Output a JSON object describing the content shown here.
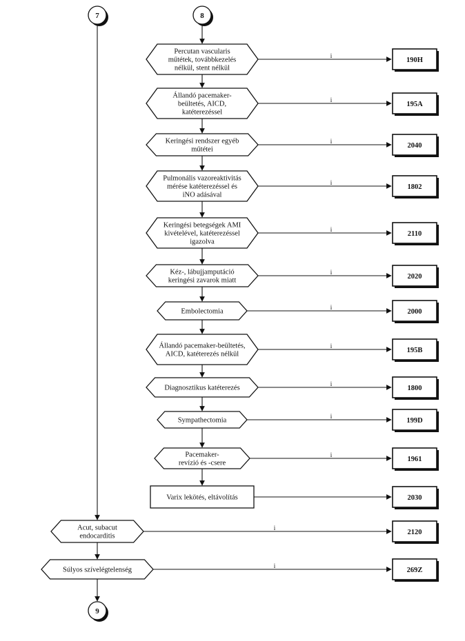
{
  "connectors": [
    {
      "id": "top-left",
      "label": "7"
    },
    {
      "id": "top-right",
      "label": "8"
    },
    {
      "id": "bottom",
      "label": "9"
    }
  ],
  "yes_label": "i",
  "right_branch": [
    {
      "lines": [
        "Percutan vascularis",
        "műtétek, továbbkezelés",
        "nélkül, stent nélkül"
      ],
      "code": "190H",
      "shape": "hexagon"
    },
    {
      "lines": [
        "Állandó pacemaker-",
        "beültetés, AICD,",
        "katéterezéssel"
      ],
      "code": "195A",
      "shape": "hexagon"
    },
    {
      "lines": [
        "Keringési rendszer egyéb",
        "műtétei"
      ],
      "code": "2040",
      "shape": "hexagon"
    },
    {
      "lines": [
        "Pulmonális vazoreaktivitás",
        "mérése katéterezéssel és",
        "iNO adásával"
      ],
      "code": "1802",
      "shape": "hexagon"
    },
    {
      "lines": [
        "Keringési betegségek AMI",
        "kivételével, katéterezéssel",
        "igazolva"
      ],
      "code": "2110",
      "shape": "hexagon"
    },
    {
      "lines": [
        "Kéz-, lábujjamputáció",
        "keringési zavarok miatt"
      ],
      "code": "2020",
      "shape": "hexagon"
    },
    {
      "lines": [
        "Embolectomia"
      ],
      "code": "2000",
      "shape": "hexagon"
    },
    {
      "lines": [
        "Állandó pacemaker-beültetés,",
        "AICD, katéterezés nélkül"
      ],
      "code": "195B",
      "shape": "hexagon"
    },
    {
      "lines": [
        "Diagnosztikus katéterezés"
      ],
      "code": "1800",
      "shape": "hexagon"
    },
    {
      "lines": [
        "Sympathectomia"
      ],
      "code": "199D",
      "shape": "hexagon"
    },
    {
      "lines": [
        "Pacemaker-",
        "revízió és -csere"
      ],
      "code": "1961",
      "shape": "hexagon"
    },
    {
      "lines": [
        "Varix lekötés, eltávolítás"
      ],
      "code": "2030",
      "shape": "rect"
    }
  ],
  "left_branch": [
    {
      "lines": [
        "Acut, subacut",
        "endocarditis"
      ],
      "code": "2120",
      "shape": "hexagon"
    },
    {
      "lines": [
        "Súlyos szívelégtelenség"
      ],
      "code": "269Z",
      "shape": "hexagon"
    }
  ]
}
